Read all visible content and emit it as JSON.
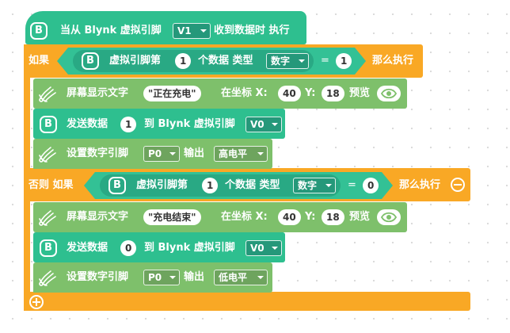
{
  "colors": {
    "teal": "#2ebf8f",
    "green": "#7ec06b",
    "orange": "#f9a825",
    "condition": "#33c195"
  },
  "event_block": {
    "prefix": "当从 Blynk 虚拟引脚",
    "pin_dropdown": "V1",
    "suffix": "收到数据时 执行"
  },
  "if1": {
    "if_label": "如果",
    "cond_text": "虚拟引脚第",
    "index": "1",
    "cond_mid": "个数据 类型",
    "type_dropdown": "数字",
    "op": "=",
    "value": "1",
    "then_label": "那么执行",
    "body": [
      {
        "text": "屏幕显示文字",
        "string": "正在充电",
        "coord_label": "在坐标 X:",
        "x": "40",
        "y_label": "Y:",
        "y": "18",
        "preview_label": "预览"
      },
      {
        "prefix": "发送数据",
        "value": "1",
        "mid": "到 Blynk 虚拟引脚",
        "pin": "V0"
      },
      {
        "prefix": "设置数字引脚",
        "pin": "P0",
        "mid": "输出",
        "level": "高电平"
      }
    ]
  },
  "elseif": {
    "label": "否则 如果",
    "cond_text": "虚拟引脚第",
    "index": "1",
    "cond_mid": "个数据 类型",
    "type_dropdown": "数字",
    "op": "=",
    "value": "0",
    "then_label": "那么执行",
    "body": [
      {
        "text": "屏幕显示文字",
        "string": "充电结束",
        "coord_label": "在坐标 X:",
        "x": "40",
        "y_label": "Y:",
        "y": "18",
        "preview_label": "预览"
      },
      {
        "prefix": "发送数据",
        "value": "0",
        "mid": "到 Blynk 虚拟引脚",
        "pin": "V0"
      },
      {
        "prefix": "设置数字引脚",
        "pin": "P0",
        "mid": "输出",
        "level": "低电平"
      }
    ]
  },
  "icons": {
    "blynk": "B",
    "hand": "hand-icon",
    "eye": "eye-icon",
    "minus": "minus-circle-icon",
    "plus": "plus-circle-icon"
  }
}
